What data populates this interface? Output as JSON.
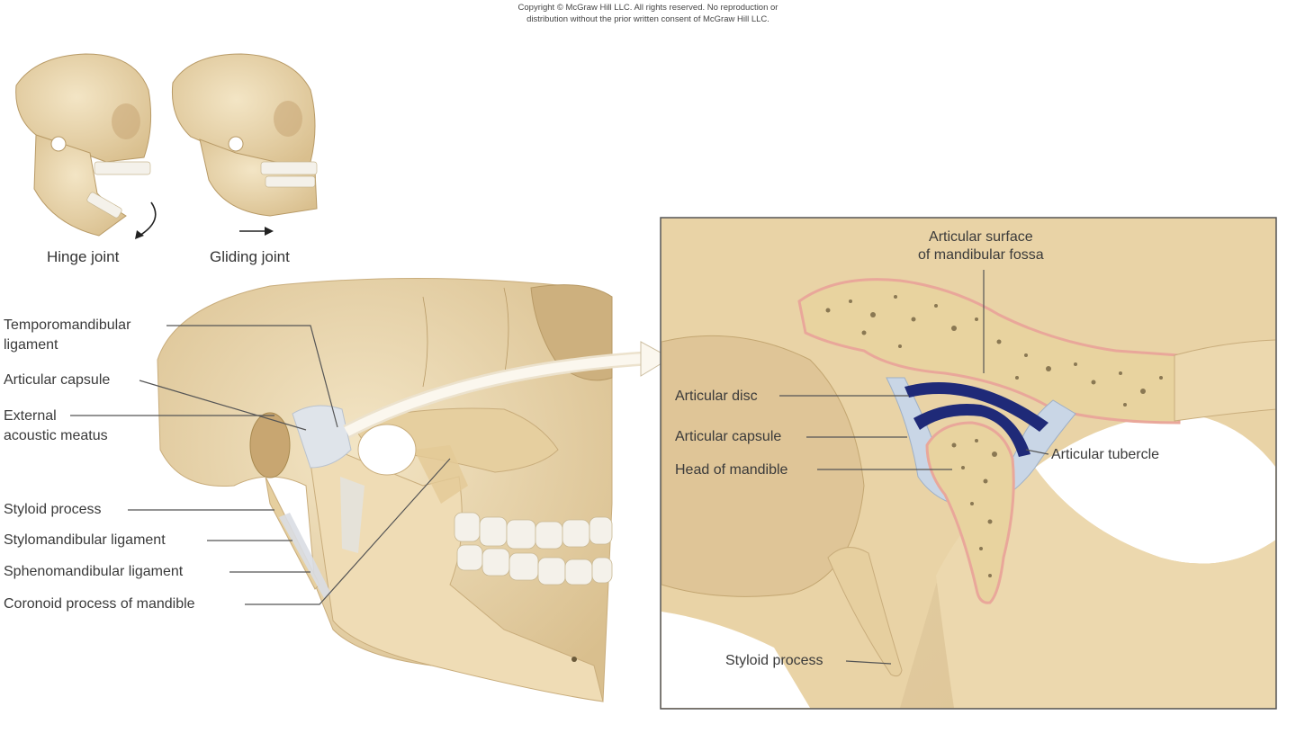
{
  "copyright": {
    "line1": "Copyright © McGraw Hill LLC. All rights reserved. No reproduction or",
    "line2": "distribution without the prior written consent of McGraw Hill LLC."
  },
  "small_views": {
    "hinge": "Hinge joint",
    "gliding": "Gliding joint"
  },
  "left_labels": {
    "temporomandibular_1": "Temporomandibular",
    "temporomandibular_2": "ligament",
    "articular_capsule": "Articular capsule",
    "external_1": "External",
    "external_2": "acoustic meatus",
    "styloid": "Styloid process",
    "stylomandibular": "Stylomandibular ligament",
    "sphenomandibular": "Sphenomandibular ligament",
    "coronoid": "Coronoid process of mandible"
  },
  "right_labels": {
    "surface_1": "Articular surface",
    "surface_2": "of mandibular fossa",
    "disc": "Articular disc",
    "capsule": "Articular capsule",
    "head": "Head of mandible",
    "tubercle": "Articular tubercle",
    "styloid": "Styloid process"
  },
  "colors": {
    "bone": "#ecd9b3",
    "bone_dark": "#d7bd8c",
    "spongy": "#e8d39f",
    "pore": "#6b5a3a",
    "cartilage_pink": "#e9a79a",
    "disc_blue": "#1f2a78",
    "capsule_blue": "#c9d6e6",
    "ligament": "#d9dde3",
    "teeth": "#f4f1ea"
  }
}
